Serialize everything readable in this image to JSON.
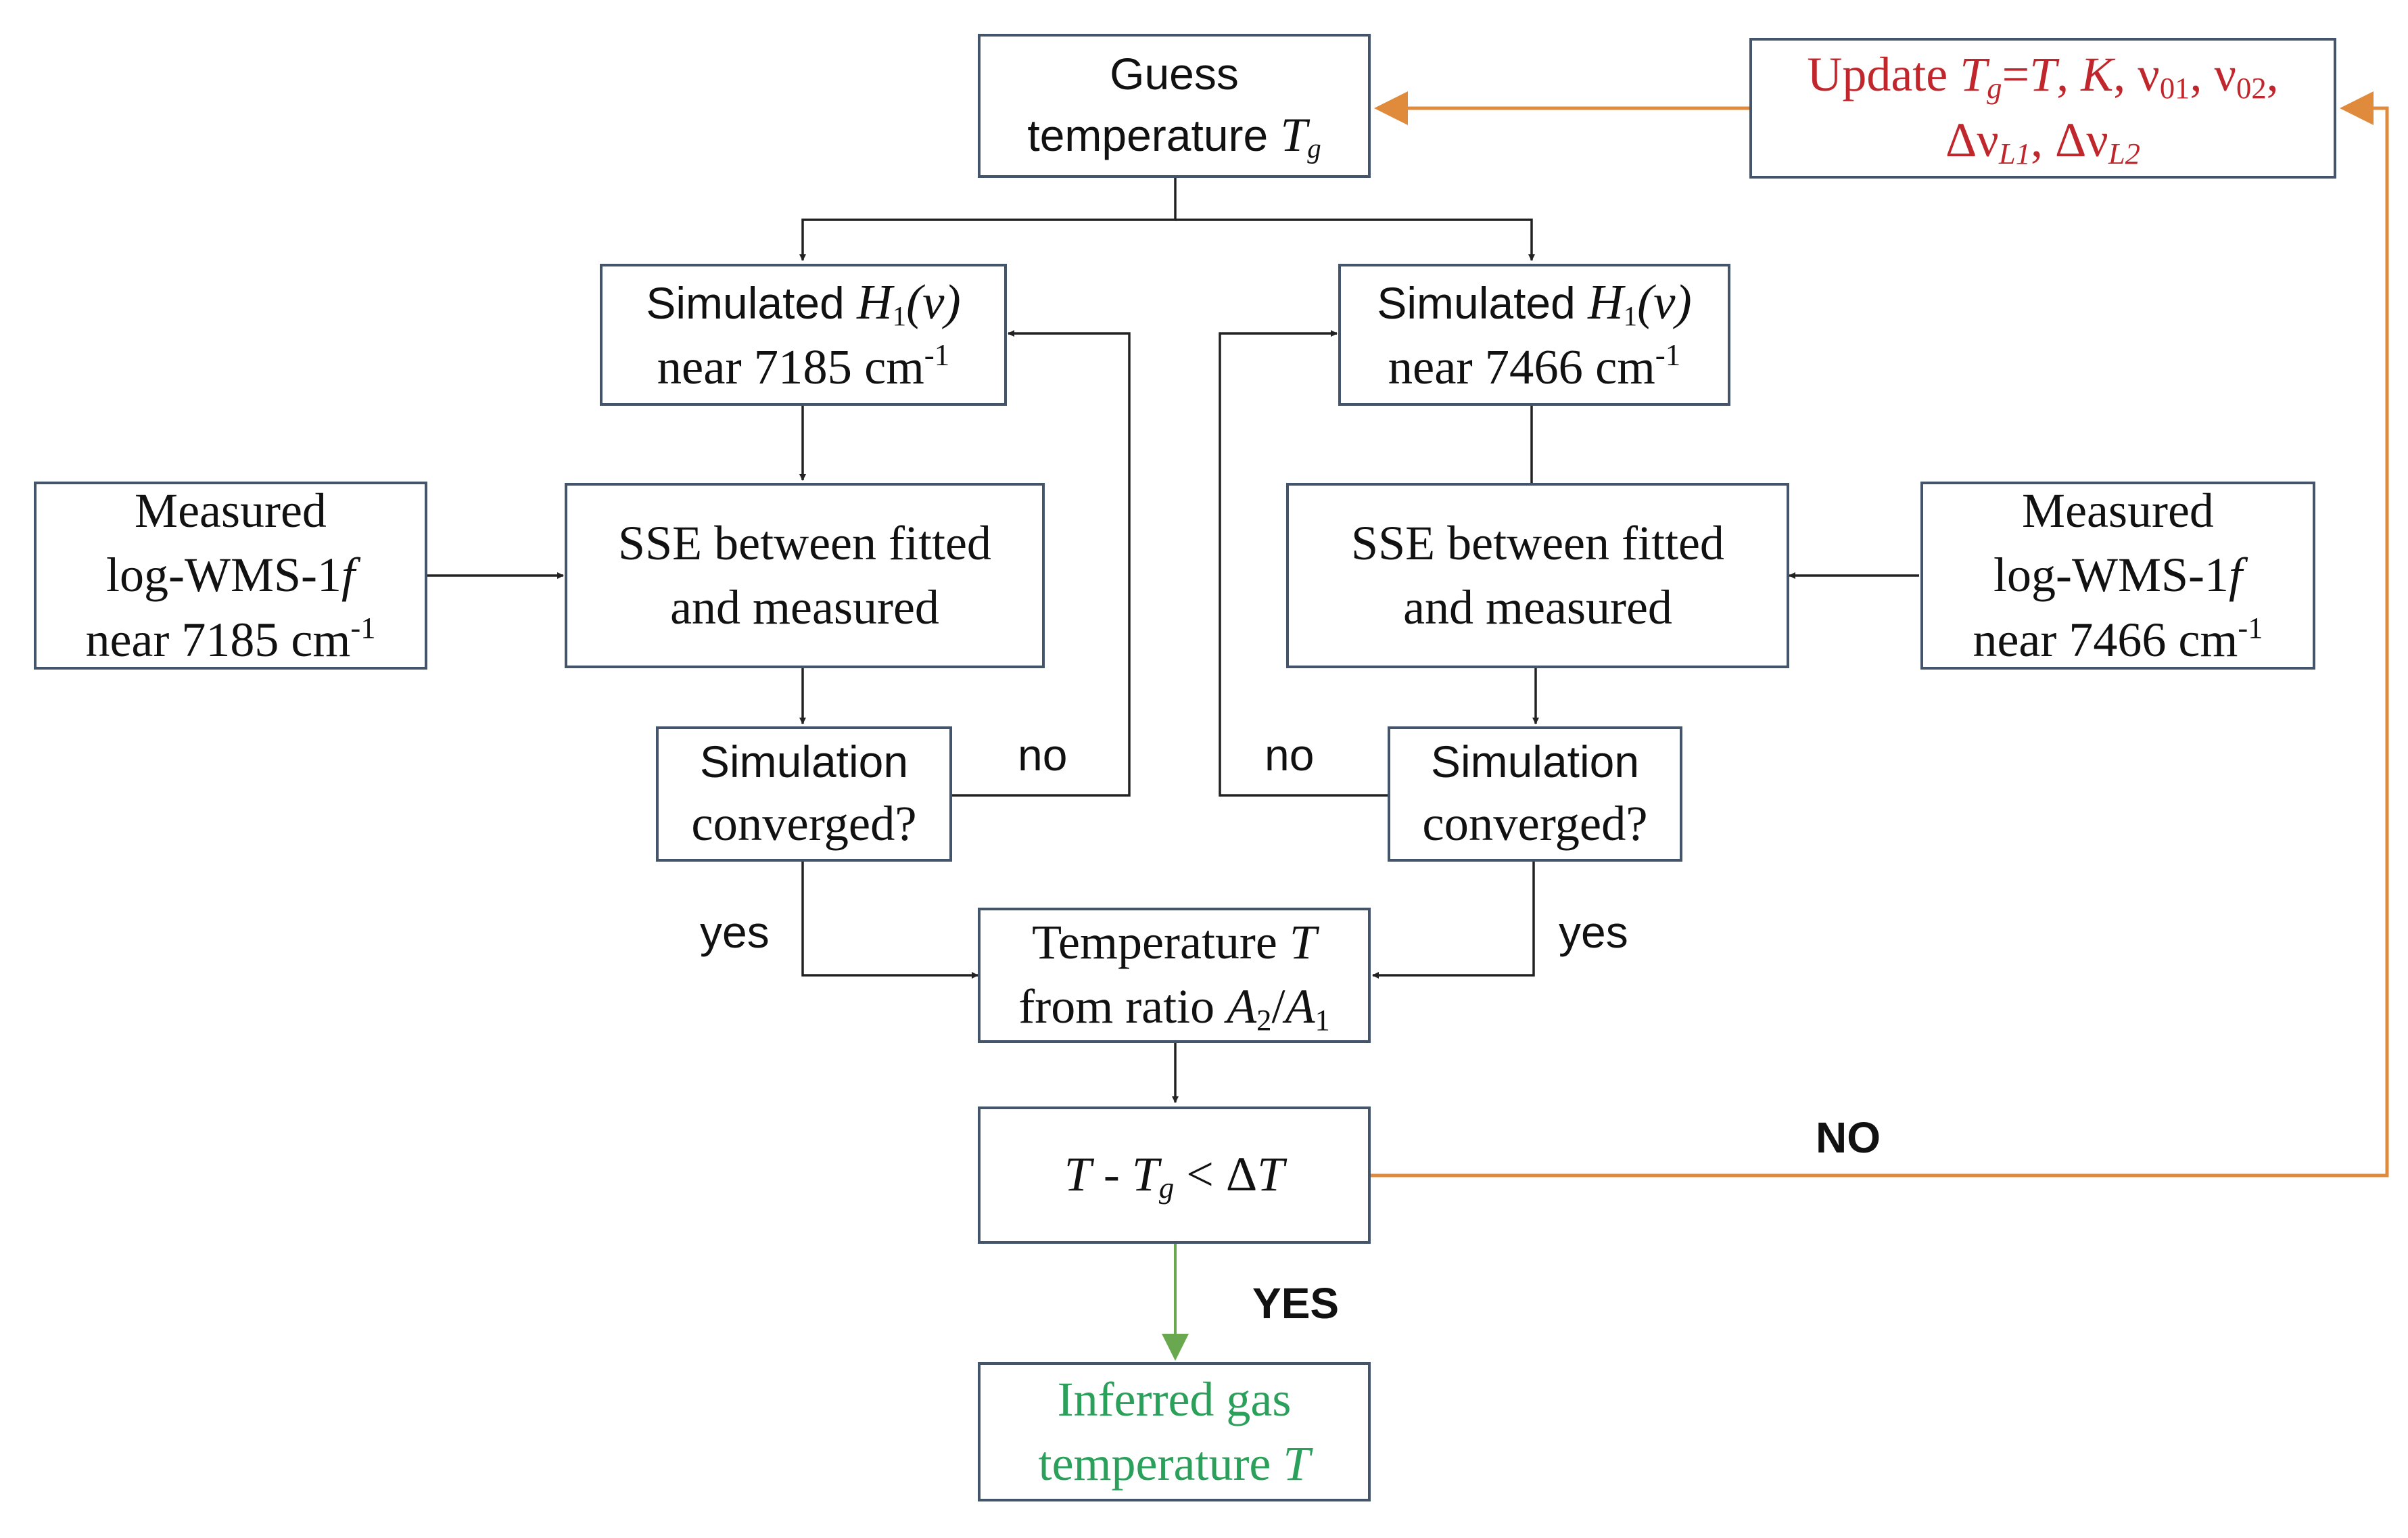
{
  "colors": {
    "box_border": "#44546a",
    "connector": "#222222",
    "feedback_arrow": "#e08a3c",
    "yes_arrow": "#6aa84f",
    "red_text": "#c0272d",
    "green_text": "#2aa05a"
  },
  "guess": {
    "line1": "Guess",
    "line2_text": "temperature ",
    "var": "T",
    "var_sub": "g"
  },
  "update": {
    "prefix": "Update ",
    "t": "T",
    "t_sub": "g",
    "eq": "=",
    "t2": "T",
    "sep1": ", ",
    "k": "K",
    "sep2": ", ",
    "nu": "ν",
    "nu1_sub": "01",
    "sep3": ", ",
    "nu2_sub": "02",
    "sep4": ",",
    "delta": "Δν",
    "l1_sub": "L1",
    "sep5": ", ",
    "l2_sub": "L2"
  },
  "sim_left": {
    "line1": "Simulated ",
    "h": "H",
    "h_sub": "1",
    "arg": "(v)",
    "line2": "near 7185 cm",
    "sup": "-1"
  },
  "sim_right": {
    "line1": "Simulated ",
    "h": "H",
    "h_sub": "1",
    "arg": "(v)",
    "line2": "near 7466 cm",
    "sup": "-1"
  },
  "measured_left": {
    "line1": "Measured",
    "line2": "log-WMS-1",
    "f": "f",
    "line3": "near 7185 cm",
    "sup": "-1"
  },
  "measured_right": {
    "line1": "Measured",
    "line2": "log-WMS-1",
    "f": "f",
    "line3": "near 7466 cm",
    "sup": "-1"
  },
  "sse_left": {
    "line1": "SSE between fitted",
    "line2": "and measured"
  },
  "sse_right": {
    "line1": "SSE between fitted",
    "line2": "and measured"
  },
  "conv_left": {
    "line1": "Simulation",
    "line2": "converged?"
  },
  "conv_right": {
    "line1": "Simulation",
    "line2": "converged?"
  },
  "temp_ratio": {
    "line1": "Temperature ",
    "t": "T",
    "line2": "from ratio ",
    "a2": "A",
    "a2_sub": "2",
    "slash": "/",
    "a1": "A",
    "a1_sub": "1"
  },
  "criterion": {
    "t": "T",
    "minus": " - ",
    "tg": "T",
    "tg_sub": "g",
    "lt": " < Δ",
    "dt": "T"
  },
  "final": {
    "line1": "Inferred gas",
    "line2": "temperature ",
    "t": "T"
  },
  "labels": {
    "no_left": "no",
    "no_right": "no",
    "yes_left": "yes",
    "yes_right": "yes",
    "yes_main": "YES",
    "no_main": "NO"
  }
}
